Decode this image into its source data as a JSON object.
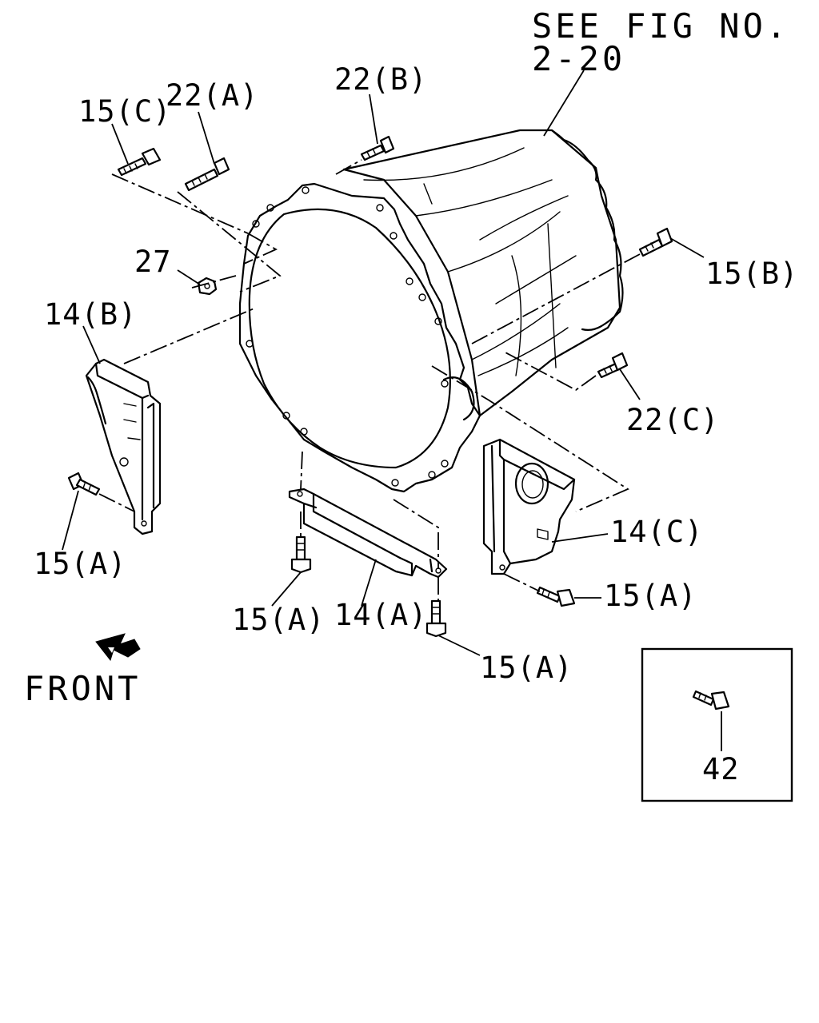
{
  "figure_ref": {
    "line1": "SEE FIG NO.",
    "line2": "2-20"
  },
  "direction_label": "FRONT",
  "callouts": {
    "c15C": "15(C)",
    "c22A": "22(A)",
    "c22B": "22(B)",
    "c15B": "15(B)",
    "c27": "27",
    "c14B": "14(B)",
    "c22C": "22(C)",
    "c14C": "14(C)",
    "c15A_left": "15(A)",
    "c15A_right": "15(A)",
    "c15A_bottom_left": "15(A)",
    "c14A": "14(A)",
    "c15A_bottom_right": "15(A)",
    "c42": "42"
  }
}
